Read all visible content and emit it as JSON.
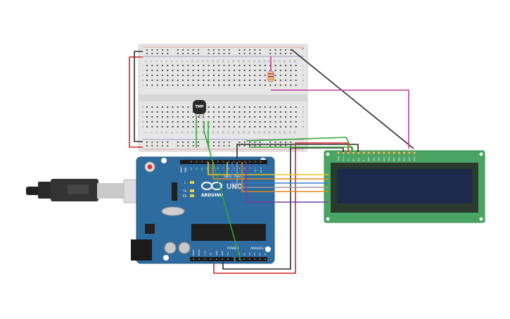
{
  "arduino": {
    "brand_label": "ARDUINO",
    "model_label": "UNO",
    "power_label": "POWER",
    "analog_label": "ANALOG IN",
    "digital_label": "DIGITAL (PWM ~)",
    "tx_label": "TX",
    "rx_label": "RX",
    "l_label": "L",
    "aref_label": "AREF",
    "gnd_label": "GND",
    "power_pin_labels": [
      "IOREF",
      "RESET",
      "3.3V",
      "5V",
      "GND",
      "GND",
      "Vin"
    ],
    "analog_pin_labels": [
      "A0",
      "A1",
      "A2",
      "A3",
      "A4",
      "A5"
    ],
    "digital_pin_labels": [
      "13",
      "12",
      "~11",
      "~10",
      "~9",
      "8",
      "7",
      "~6",
      "~5",
      "4",
      "~3",
      "2",
      "TX 1",
      "RX 0"
    ]
  },
  "sensor": {
    "label": "TMP"
  },
  "breadboard": {
    "column_numbers": [
      "1",
      "2",
      "3",
      "4",
      "5",
      "6",
      "7",
      "8",
      "9",
      "10",
      "11",
      "12",
      "13",
      "14",
      "15",
      "16",
      "17",
      "18",
      "19",
      "20",
      "21",
      "22",
      "23",
      "24",
      "25",
      "26",
      "27",
      "28",
      "29",
      "30"
    ],
    "row_letters_top": [
      "j",
      "i",
      "h",
      "g",
      "f"
    ],
    "row_letters_bottom": [
      "e",
      "d",
      "c",
      "b",
      "a"
    ],
    "rail_minus": "-",
    "rail_plus": "+"
  },
  "lcd": {
    "pin_labels": [
      "GND",
      "VCC",
      "V0",
      "RS",
      "RW",
      "E",
      "DB0",
      "DB1",
      "DB2",
      "DB3",
      "DB4",
      "DB5",
      "DB6",
      "DB7",
      "LED",
      "LED"
    ]
  },
  "colors": {
    "arduino_board": "#2e6b9e",
    "breadboard": "#e6e6e6",
    "lcd_pcb": "#4aa564",
    "lcd_screen": "#1c2a4e",
    "wire_red": "#d72222",
    "wire_black": "#2b2b2b",
    "wire_green": "#33a534",
    "wire_magenta": "#c43a9a",
    "wire_yellow": "#e8c81c",
    "wire_orange": "#e48a1a",
    "wire_purple": "#7a3aa8",
    "wire_blue": "#3f7fd6",
    "wire_gray": "#9a9a9a"
  }
}
